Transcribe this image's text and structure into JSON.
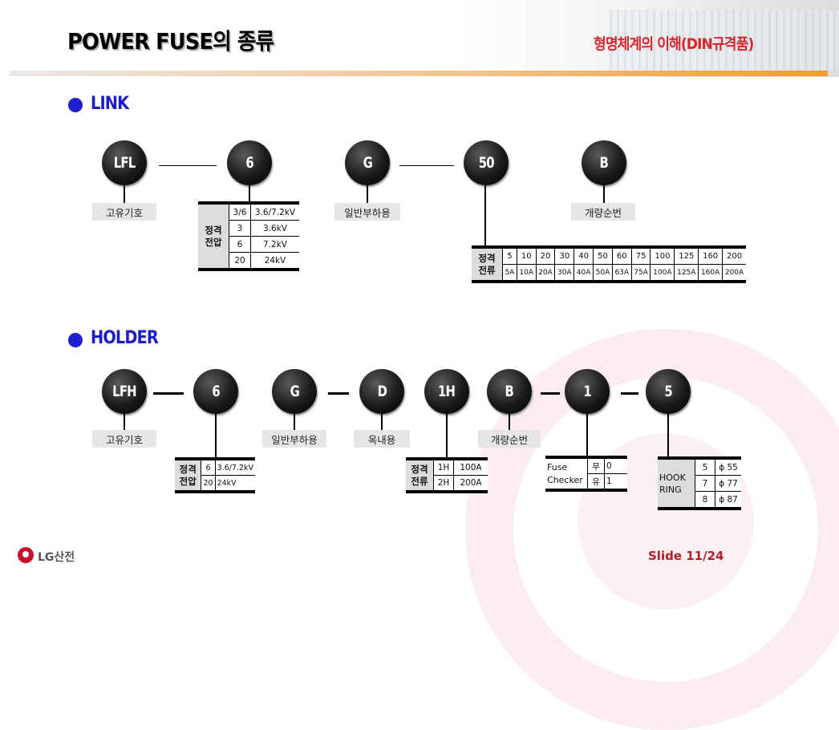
{
  "header": {
    "title": "POWER FUSE의 종류",
    "subtitle": "형명체계의 이해(DIN규격품)"
  },
  "link": {
    "heading": "LINK",
    "codes": [
      "LFL",
      "6",
      "G",
      "50",
      "B"
    ],
    "labels": {
      "unique": "고유기호",
      "load": "일반부하용",
      "openclose": "개량순번"
    },
    "voltage_table": {
      "header": "정격\n전압",
      "rows": [
        [
          "3/6",
          "3.6/7.2kV"
        ],
        [
          "3",
          "3.6kV"
        ],
        [
          "6",
          "7.2kV"
        ],
        [
          "20",
          "24kV"
        ]
      ]
    },
    "current_table": {
      "header": "정격\n전류",
      "codes": [
        "5",
        "10",
        "20",
        "30",
        "40",
        "50",
        "60",
        "75",
        "100",
        "125",
        "160",
        "200"
      ],
      "values": [
        "5A",
        "10A",
        "20A",
        "30A",
        "40A",
        "50A",
        "63A",
        "75A",
        "100A",
        "125A",
        "160A",
        "200A"
      ]
    }
  },
  "holder": {
    "heading": "HOLDER",
    "codes": [
      "LFH",
      "6",
      "G",
      "D",
      "1H",
      "B",
      "1",
      "5"
    ],
    "labels": {
      "unique": "고유기호",
      "load": "일반부하용",
      "indoor": "옥내용",
      "openclose": "개량순번"
    },
    "voltage_table": {
      "header": "정격\n전압",
      "rows": [
        [
          "6",
          "3.6/7.2kV"
        ],
        [
          "20",
          "24kV"
        ]
      ]
    },
    "current_table": {
      "header": "정격\n전류",
      "rows": [
        [
          "1H",
          "100A"
        ],
        [
          "2H",
          "200A"
        ]
      ]
    },
    "checker_table": {
      "header": "Fuse\nChecker",
      "rows": [
        [
          "무",
          "0"
        ],
        [
          "유",
          "1"
        ]
      ]
    },
    "hook_table": {
      "header": "HOOK\nRING",
      "rows": [
        [
          "5",
          "ϕ 55"
        ],
        [
          "7",
          "ϕ 77"
        ],
        [
          "8",
          "ϕ 87"
        ]
      ]
    }
  },
  "footer": {
    "logo": "LG산전",
    "slide": "Slide 11/24"
  }
}
